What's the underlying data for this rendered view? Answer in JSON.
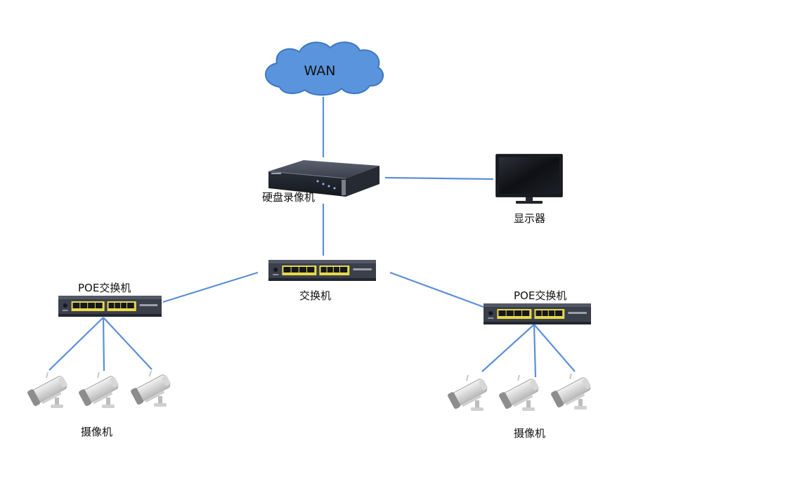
{
  "wan": {
    "label": "WAN"
  },
  "nvr": {
    "label": "硬盘录像机"
  },
  "monitor": {
    "label": "显示器"
  },
  "core_switch": {
    "label": "交换机"
  },
  "poe_left": {
    "label": "POE交换机"
  },
  "poe_right": {
    "label": "POE交换机"
  },
  "cameras_left": {
    "label": "摄像机"
  },
  "cameras_right": {
    "label": "摄像机"
  },
  "colors": {
    "link": "#5b8fd9",
    "cloud_fill": "#5a94dc",
    "cloud_stroke": "#3d78c2",
    "device_body": "#2e3440",
    "port_yellow": "#e8d84a"
  }
}
